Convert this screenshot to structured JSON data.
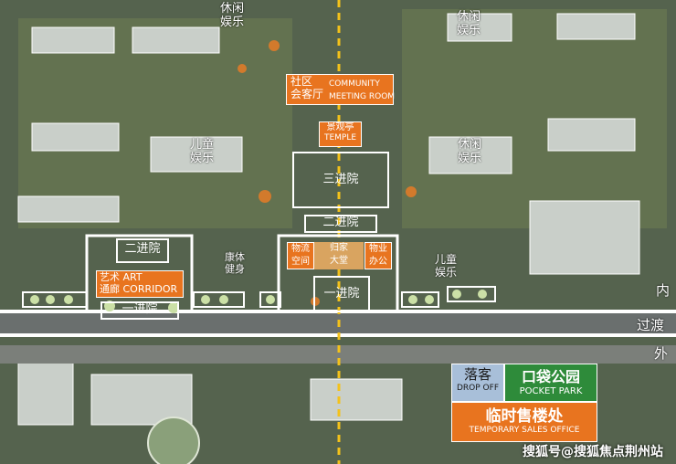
{
  "map": {
    "labels": {
      "community": {
        "zh": "社区\n会客厅",
        "en": "COMMUNITY\nMEETING ROOM"
      },
      "temple": {
        "zh": "景观亭",
        "en": "TEMPLE"
      },
      "courtyard3": "三进院",
      "courtyard2_center": "二进院",
      "courtyard1": "一进院",
      "courtyard2_left": "二进院",
      "courtyard1_left": "一进院",
      "art": {
        "zh": "艺术 ART",
        "zh2": "通廊",
        "en": "CORRIDOR"
      },
      "property": "物业\n办公",
      "logistics": "物流\n空间",
      "lobby": "归家\n大堂",
      "fitness": "康体\n健身",
      "kids_top": "儿童\n娱乐",
      "leisure_top_left": "休闲\n娱乐",
      "leisure_top_right": "休闲\n娱乐",
      "leisure_right": "休闲\n娱乐",
      "kids_right": "儿童\n娱乐"
    },
    "side_labels": {
      "inner": "内",
      "transition": "过渡",
      "outer": "外"
    },
    "legend": {
      "dropoff": {
        "zh": "落客",
        "en": "DROP OFF"
      },
      "pocket": {
        "zh": "口袋公园",
        "en": "POCKET PARK"
      },
      "sales": {
        "zh": "临时售楼处",
        "en": "TEMPORARY SALES OFFICE"
      }
    },
    "watermark": "搜狐号@搜狐焦点荆州站",
    "colors": {
      "orange": "#e8741f",
      "green": "#2e8b3a",
      "blue": "#9fb8d6",
      "white": "#ffffff"
    }
  }
}
